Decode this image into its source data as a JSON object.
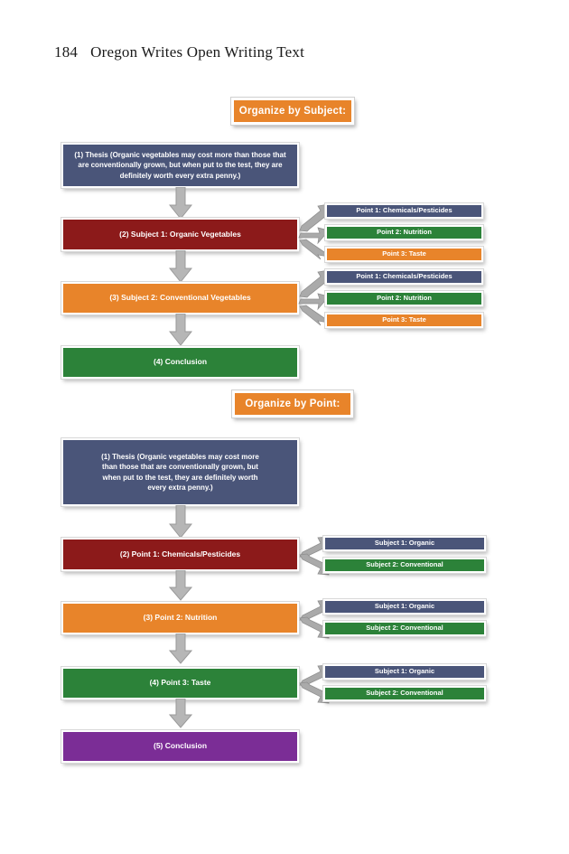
{
  "page": {
    "number": "184",
    "running_head": "Oregon Writes Open Writing Text"
  },
  "sections": [
    {
      "title": "Organize by Subject:",
      "nodes": {
        "thesis": "(1) Thesis (Organic vegetables may cost more than those that are conventionally grown, but when put to the test, they are definitely worth every extra penny.)",
        "step2": "(2) Subject 1: Organic Vegetables",
        "step3": "(3) Subject 2: Conventional Vegetables",
        "step4": "(4) Conclusion"
      },
      "branch_group_1": [
        "Point 1: Chemicals/Pesticides",
        "Point 2: Nutrition",
        "Point 3: Taste"
      ],
      "branch_group_2": [
        "Point 1: Chemicals/Pesticides",
        "Point 2: Nutrition",
        "Point 3: Taste"
      ]
    },
    {
      "title": "Organize by Point:",
      "nodes": {
        "thesis": "(1) Thesis (Organic vegetables may cost more than those that are conventionally grown, but when put to the test, they are definitely worth every extra penny.)",
        "step2": "(2) Point 1: Chemicals/Pesticides",
        "step3": "(3) Point 2: Nutrition",
        "step4": "(4) Point 3: Taste",
        "step5": "(5) Conclusion"
      },
      "branch_group_1": [
        "Subject 1: Organic",
        "Subject 2: Conventional"
      ],
      "branch_group_2": [
        "Subject 1: Organic",
        "Subject 2: Conventional"
      ],
      "branch_group_3": [
        "Subject 1: Organic",
        "Subject 2: Conventional"
      ]
    }
  ],
  "colors": {
    "slate": "#4a5579",
    "red": "#8c1a1a",
    "orange": "#e8842a",
    "green": "#2c8239",
    "purple": "#7b2d96",
    "arrow_gray": "#9a9a9a"
  }
}
